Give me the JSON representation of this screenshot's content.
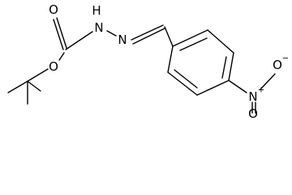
{
  "molecule": {
    "atoms": {
      "carbonyl_oxygen": "O",
      "ester_oxygen": "O",
      "hydrazide_nh": "H",
      "hydrazide_n1": "N",
      "imine_n": "N",
      "nitro_n": "N",
      "nitro_n_charge": "+",
      "nitro_o_top": "O",
      "nitro_o_top_charge": "−",
      "nitro_o_bottom": "O"
    }
  }
}
